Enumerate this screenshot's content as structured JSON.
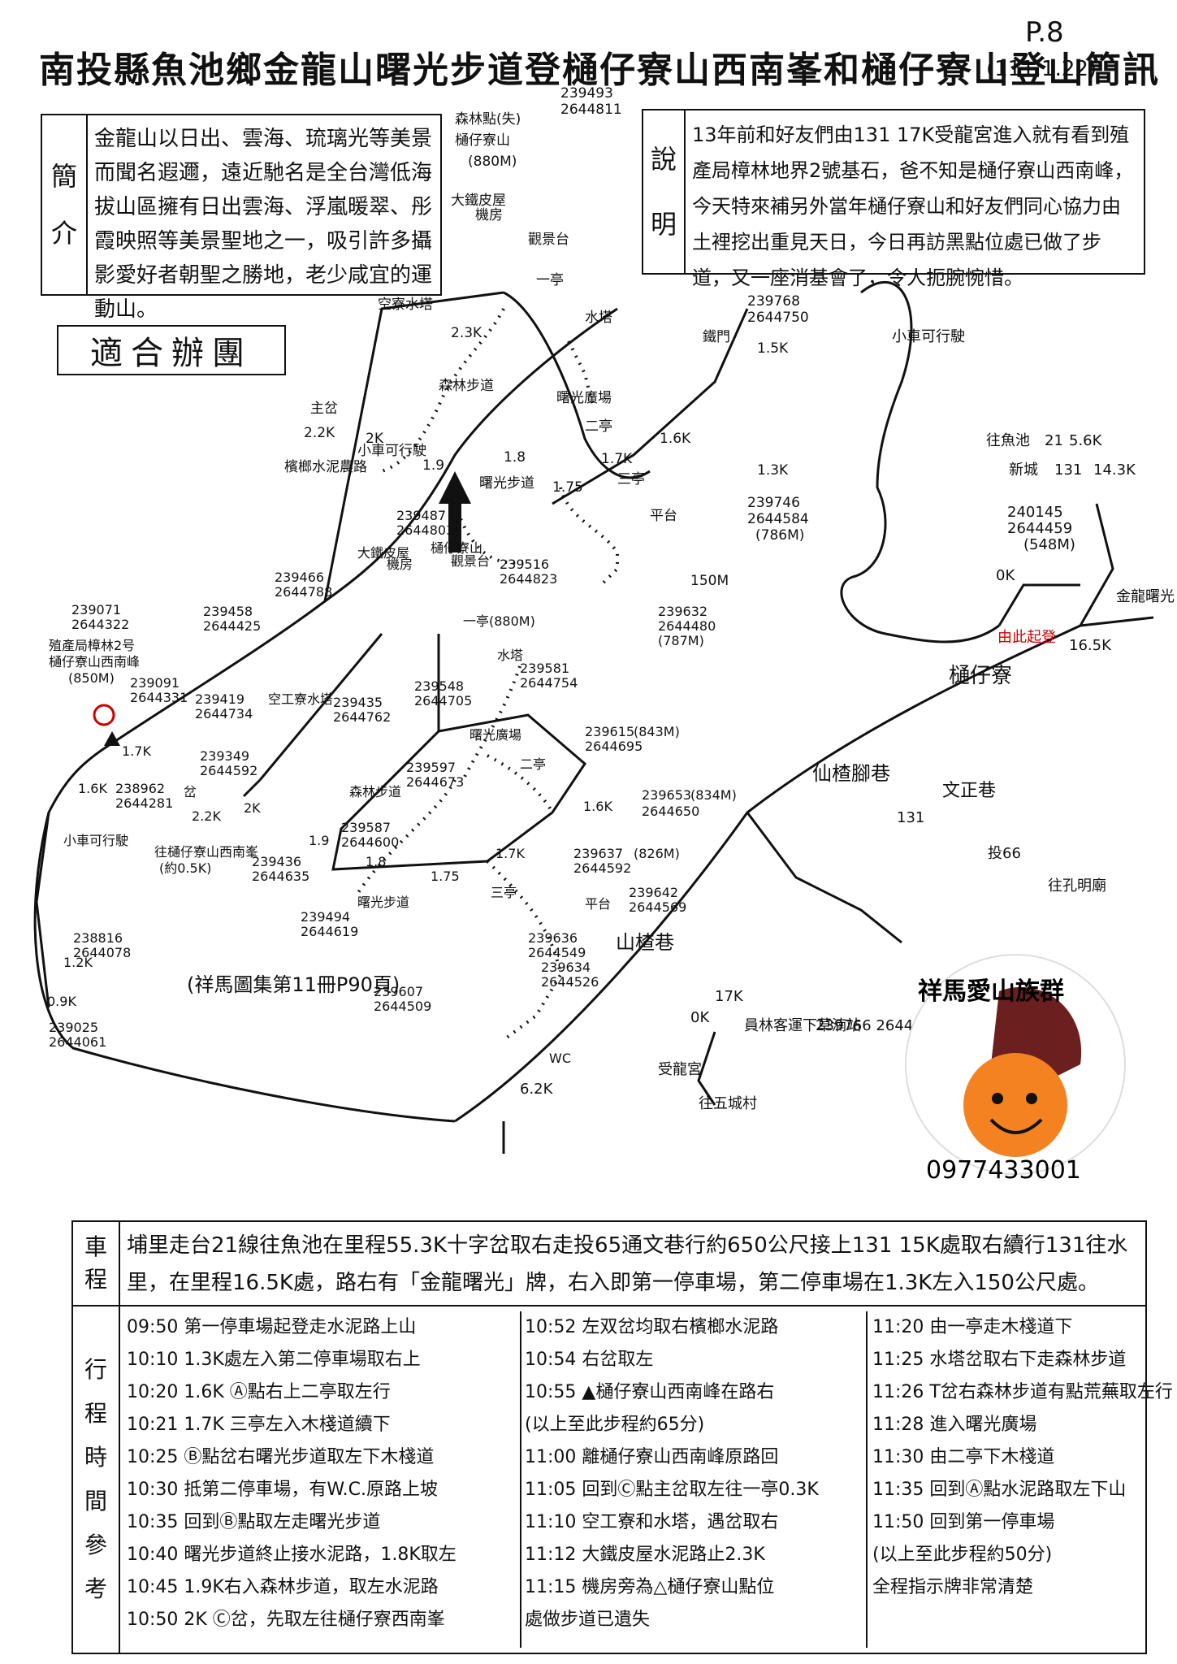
{
  "header": {
    "title": "南投縣魚池鄉金龍山曙光步道登樋仔寮山西南峯和樋仔寮山登山簡訊",
    "page": "P.8",
    "date": "(111.1.22)"
  },
  "intro": {
    "label": [
      "簡",
      "介"
    ],
    "text": "金龍山以日出、雲海、琉璃光等美景而聞名遐邇，遠近馳名是全台灣低海拔山區擁有日出雲海、浮嵐暖翠、彤霞映照等美景聖地之一，吸引許多攝影愛好者朝聖之勝地，老少咸宜的運動山。"
  },
  "note": {
    "label": [
      "說",
      "明"
    ],
    "text": "13年前和好友們由131 17K受龍宮進入就有看到殖產局樟林地界2號基石，爸不知是樋仔寮山西南峰，今天特來補另外當年樋仔寮山和好友們同心協力由土裡挖出重見天日，今日再訪黑點位處已做了步道，又一座消基會了，令人扼腕惋惜。"
  },
  "venue": "適合辦團",
  "map": {
    "upper": {
      "forest_point": "森林點(失)",
      "peak_name": "樋仔寮山",
      "peak_elev": "(880M)",
      "peak_coord": [
        "239493",
        "2644811"
      ],
      "big_iron_house": "大鐵皮屋",
      "machine_room": "機房",
      "view_deck": "觀景台",
      "first_pavilion": "一亭",
      "water_tower": "水塔",
      "air_house_tower": "空寮水塔",
      "forest_trail": "森林步道",
      "shuguang_plaza": "曙光廣場",
      "second_pavilion": "二亭",
      "third_pavilion": "三亭",
      "shuguang_trail": "曙光步道",
      "platform": "平台",
      "iron_gate": "鐵門",
      "main_junction": "主岔",
      "bin_lang_road": "檳榔水泥農路",
      "car_ok": "小車可行駛",
      "km_23": "2.3K",
      "km_22": "2.2K",
      "km_2": "2K",
      "km_19": "1.9",
      "km_18": "1.8",
      "km_17": "1.7K",
      "km_175": "1.75",
      "km_16": "1.6K",
      "km_15": "1.5K",
      "km_13": "1.3K",
      "dist_150": "150M",
      "coord_gate": [
        "239768",
        "2644750"
      ],
      "coord_13k": [
        "239746",
        "2644584",
        "(786M)"
      ]
    },
    "lower": {
      "peak_name": "樋仔寮山",
      "peak_coord": [
        "239487",
        "2644803"
      ],
      "view_deck": "觀景台",
      "view_coord": [
        "239516",
        "2644823"
      ],
      "first_pavilion": "一亭(880M)",
      "big_iron_house": "大鐵皮屋",
      "machine_room": "機房",
      "iron_coord": [
        "239466",
        "2644788"
      ],
      "coord_a": [
        "239458",
        "2644425"
      ],
      "water_tower": "水塔",
      "tower_coord": [
        "239581",
        "2644754"
      ],
      "tower_coord2": [
        "239548",
        "2644705"
      ],
      "air_tower": "空工寮水塔",
      "air_coord": [
        "239419",
        "2644734"
      ],
      "coord_23": [
        "239435",
        "2644762"
      ],
      "shuguang_plaza": "曙光廣場",
      "plaza_coord": [
        "239615",
        "2644695",
        "(843M)"
      ],
      "second_pavilion": "二亭",
      "forest_trail": "森林步道",
      "forest_coord": [
        "239597",
        "2644673"
      ],
      "km_16": "1.6K",
      "coord_16": [
        "239653",
        "2644650",
        "(834M)"
      ],
      "km_17": "1.7K",
      "coord_17": [
        "239637",
        "2644592",
        "(826M)"
      ],
      "third_pavilion": "三亭",
      "platform": "平台",
      "coord_plat1": [
        "239642",
        "2644569"
      ],
      "shuguang_trail": "曙光步道",
      "coord_b": [
        "239636",
        "2644549"
      ],
      "coord_plat2": [
        "239634",
        "2644526"
      ],
      "coord_wc": [
        "239607",
        "2644509"
      ],
      "wc": "WC",
      "coord_wc_up": [
        "239632",
        "2644480",
        "(787M)"
      ],
      "junction": "岔",
      "km_22": "2.2K",
      "km_2": "2K",
      "coord_junction": [
        "239349",
        "2644592"
      ],
      "to_sw_peak": "往樋仔寮山西南峯",
      "to_sw_dist": "(約0.5K)",
      "km_19": "1.9",
      "km_18": "1.8",
      "km_175": "1.75",
      "coord_19": [
        "239436",
        "2644635"
      ],
      "coord_18": [
        "239587",
        "2644600"
      ],
      "coord_175": [
        "239494",
        "2644619"
      ],
      "sw_peak_base": "殖產局樟林2号",
      "sw_peak_name": "樋仔寮山西南峰",
      "sw_peak_elev": "(850M)",
      "sw_peak_coord": [
        "239071",
        "2644322"
      ],
      "coord_17k": [
        "239091",
        "2644331"
      ],
      "km_17k": "1.7K",
      "km_16k": "1.6K",
      "coord_16k": [
        "238962",
        "2644281"
      ],
      "car_ok": "小車可行駛",
      "km_12k": "1.2K",
      "coord_12k": [
        "238816",
        "2644078"
      ],
      "km_09k": "0.9K",
      "coord_09k": [
        "239025",
        "2644061"
      ],
      "source": "(祥馬圖集第11冊P90頁)"
    },
    "right": {
      "car_ok": "小車可行駛",
      "to_yuchi": "往魚池",
      "road_21": "21",
      "dist_56": "5.6K",
      "to_xincheng": "新城",
      "road_131": "131",
      "dist_143": "14.3K",
      "coord_start": [
        "240145",
        "2644459",
        "(548M)"
      ],
      "km_0": "0K",
      "start_here": "由此起登",
      "golden_dragon": "金龍曙光",
      "km_165": "16.5K",
      "tongzailiao": "樋仔寮",
      "xian_cha_jiao_xiang": "仙楂腳巷",
      "wen_zheng_xiang": "文正巷",
      "road_131b": "131",
      "road_66": "投66",
      "to_kongming": "往孔明廟",
      "shan_cha_xiang": "山楂巷",
      "km_17k": "17K",
      "yuanlin_bus": "員林客運下草湳站",
      "bus_coord": "239766 2644014",
      "km_0k": "0K",
      "shou_long_gong": "受龍宮",
      "to_wucheng": "往五城村",
      "km_62": "6.2K"
    }
  },
  "logo": {
    "text": "祥馬愛山族群",
    "phone": "0977433001"
  },
  "route": {
    "label": [
      "車",
      "程"
    ],
    "text": "埔里走台21線往魚池在里程55.3K十字岔取右走投65通文巷行約650公尺接上131 15K處取右續行131往水里，在里程16.5K處，路右有「金龍曙光」牌，右入即第一停車場，第二停車場在1.3K左入150公尺處。"
  },
  "schedule": {
    "label": [
      "行",
      "程",
      "時",
      "間",
      "參",
      "考"
    ],
    "col1": [
      "09:50 第一停車場起登走水泥路上山",
      "10:10 1.3K處左入第二停車場取右上",
      "10:20 1.6K Ⓐ點右上二亭取左行",
      "10:21 1.7K 三亭左入木棧道續下",
      "10:25 Ⓑ點岔右曙光步道取左下木棧道",
      "10:30 抵第二停車場，有W.C.原路上坡",
      "10:35 回到Ⓑ點取左走曙光步道",
      "10:40 曙光步道終止接水泥路，1.8K取左",
      "10:45 1.9K右入森林步道，取左水泥路",
      "10:50 2K Ⓒ岔，先取左往樋仔寮西南峯"
    ],
    "col2": [
      "10:52 左双岔均取右檳榔水泥路",
      "10:54 右岔取左",
      "10:55 ▲樋仔寮山西南峰在路右",
      "(以上至此步程約65分)",
      "11:00 離樋仔寮山西南峰原路回",
      "11:05 回到Ⓒ點主岔取左往一亭0.3K",
      "11:10 空工寮和水塔，遇岔取右",
      "11:12 大鐵皮屋水泥路止2.3K",
      "11:15 機房旁為△樋仔寮山點位",
      "處做步道已遺失"
    ],
    "col3": [
      "11:20 由一亭走木棧道下",
      "11:25 水塔岔取右下走森林步道",
      "11:26 T岔右森林步道有點荒蕪取左行",
      "11:28 進入曙光廣場",
      "11:30 由二亭下木棧道",
      "11:35 回到Ⓐ點水泥路取左下山",
      "11:50 回到第一停車場",
      "(以上至此步程約50分)",
      "全程指示牌非常清楚"
    ]
  }
}
